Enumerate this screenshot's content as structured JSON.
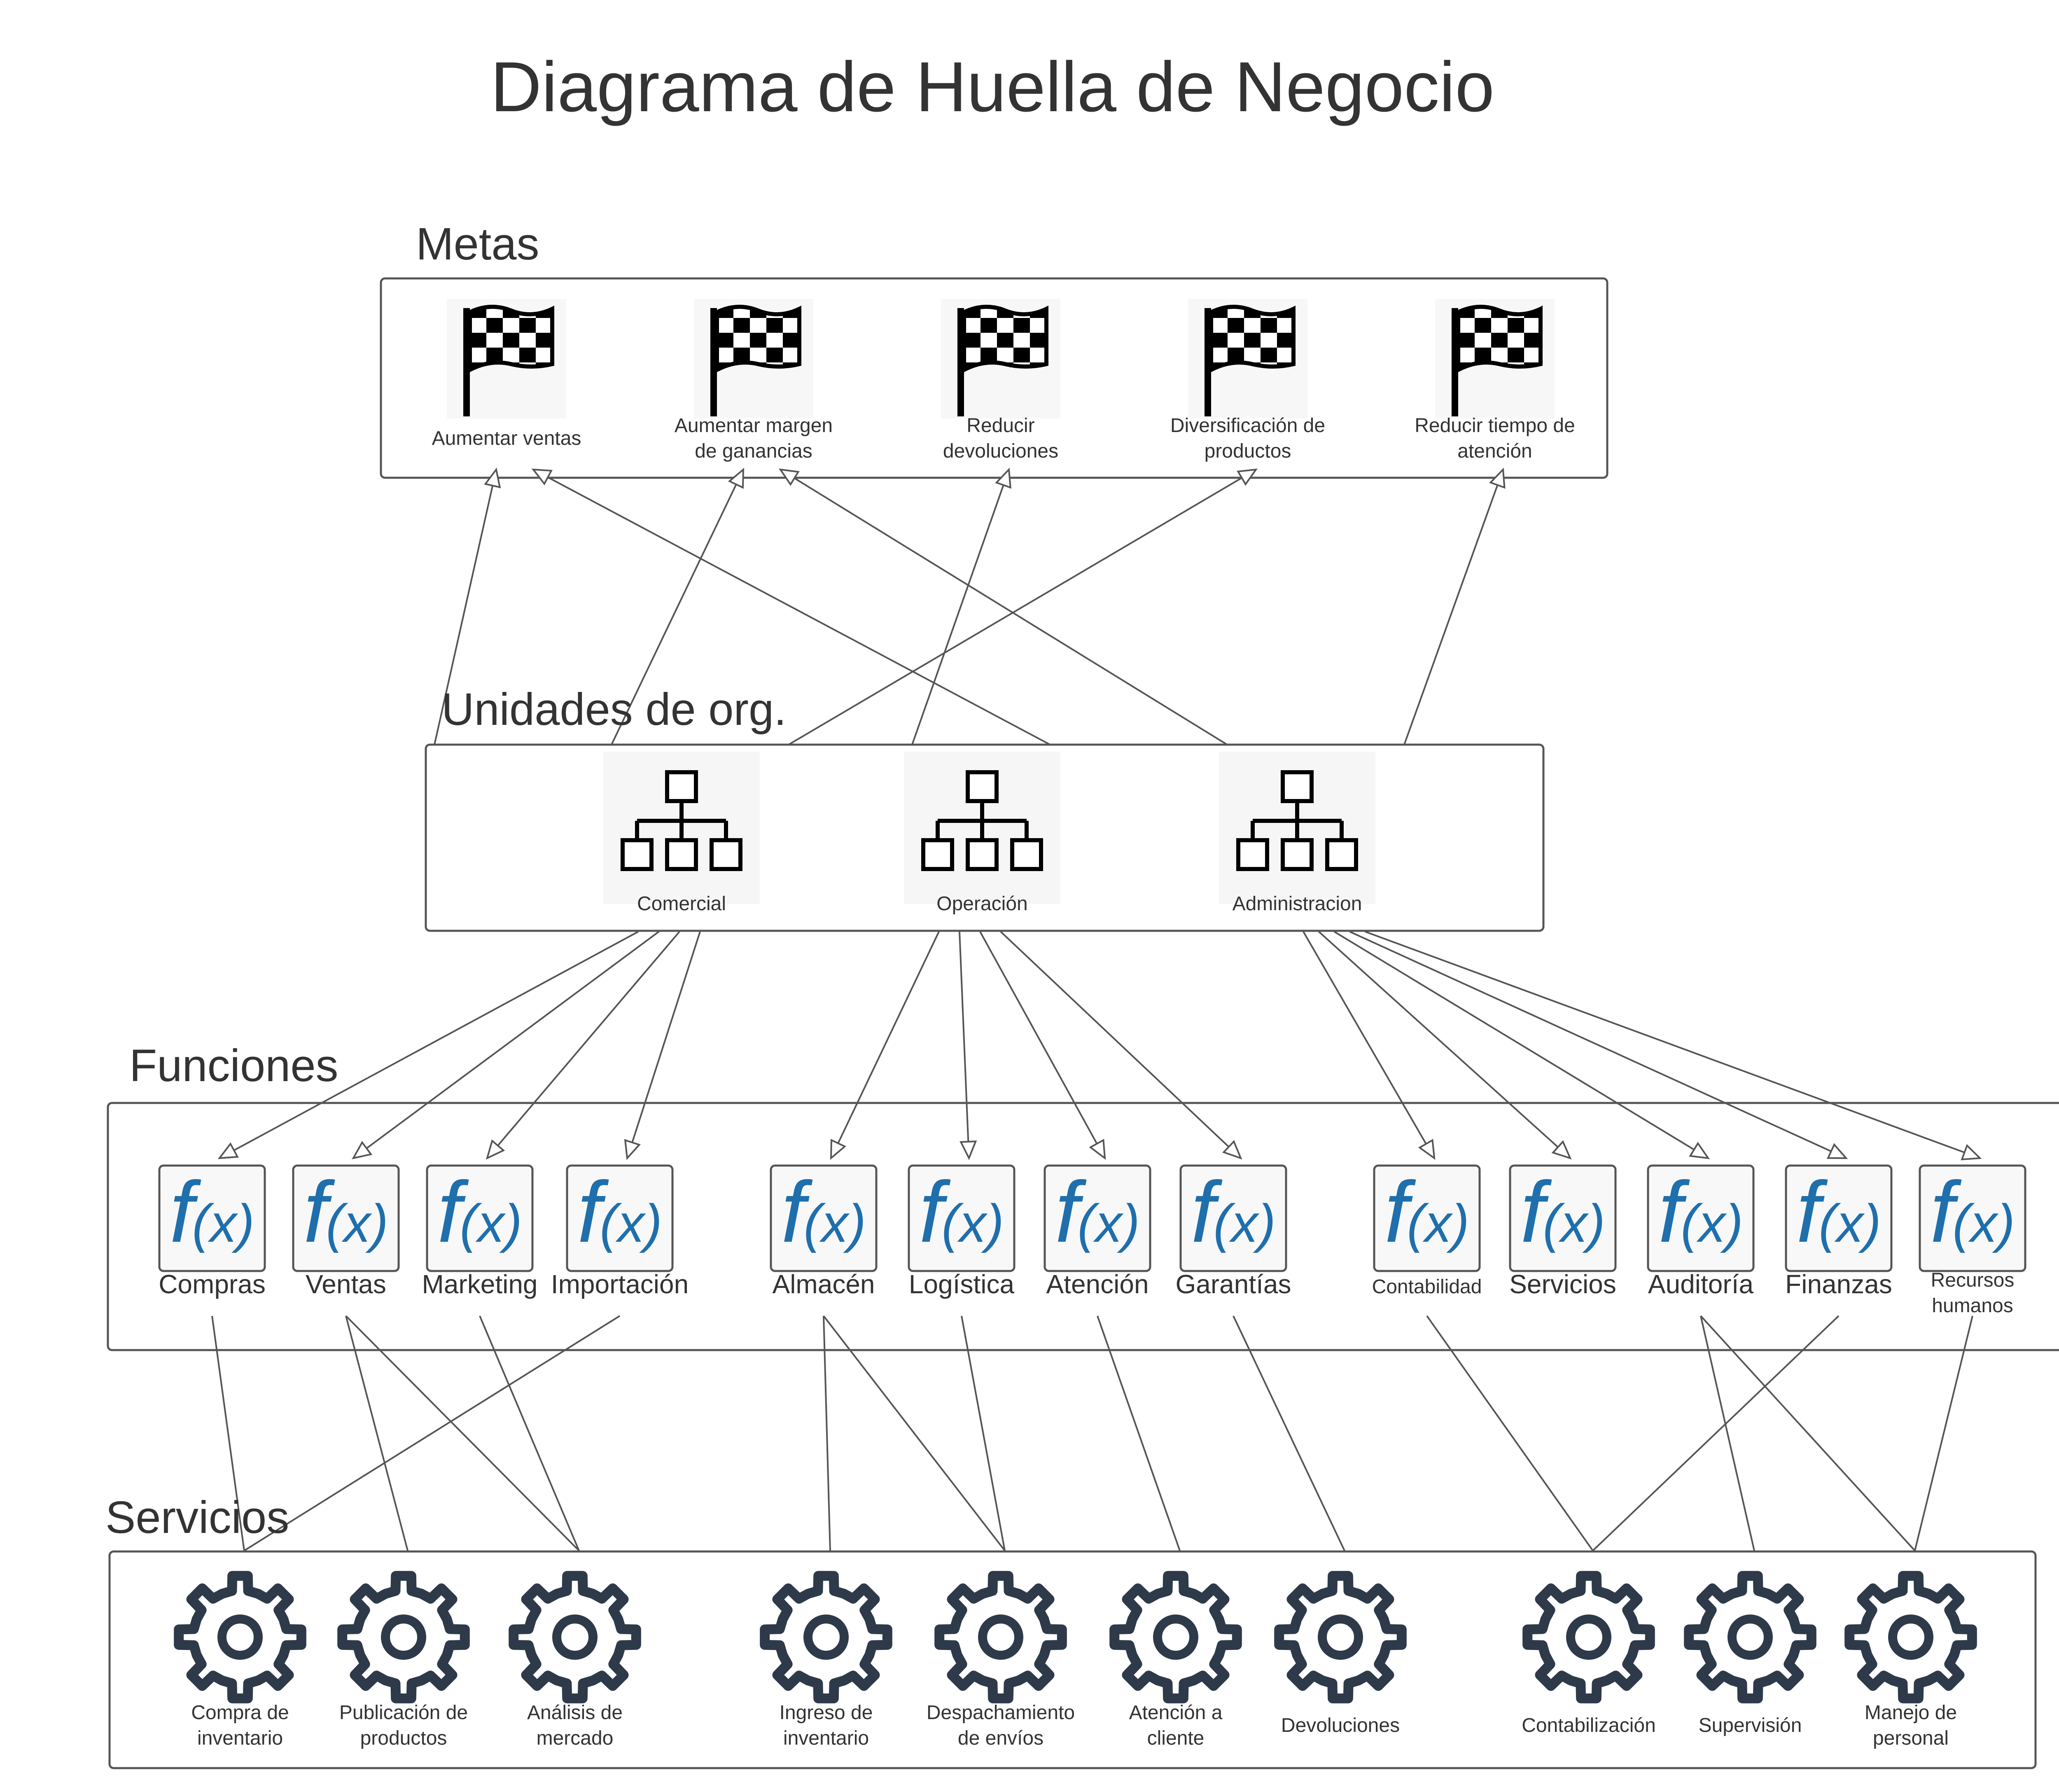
{
  "title": "Diagrama de Huella de Negocio",
  "colors": {
    "line": "#555555",
    "text": "#333333",
    "function_icon": "#1f6fad",
    "gear": "#2e3a4a"
  },
  "sections": {
    "metas": "Metas",
    "unidades": "Unidades de org.",
    "funciones": "Funciones",
    "servicios": "Servicios"
  },
  "metas": [
    {
      "icon": "checkered-flag-icon",
      "label": [
        "Aumentar ventas"
      ]
    },
    {
      "icon": "checkered-flag-icon",
      "label": [
        "Aumentar margen",
        "de ganancias"
      ]
    },
    {
      "icon": "checkered-flag-icon",
      "label": [
        "Reducir",
        "devoluciones"
      ]
    },
    {
      "icon": "checkered-flag-icon",
      "label": [
        "Diversificación de",
        "productos"
      ]
    },
    {
      "icon": "checkered-flag-icon",
      "label": [
        "Reducir tiempo de",
        "atención"
      ]
    }
  ],
  "unidades": [
    {
      "icon": "org-chart-icon",
      "label": "Comercial"
    },
    {
      "icon": "org-chart-icon",
      "label": "Operación"
    },
    {
      "icon": "org-chart-icon",
      "label": "Administracion"
    }
  ],
  "funciones": [
    {
      "icon": "function-fx-icon",
      "label": [
        "Compras"
      ]
    },
    {
      "icon": "function-fx-icon",
      "label": [
        "Ventas"
      ]
    },
    {
      "icon": "function-fx-icon",
      "label": [
        "Marketing"
      ]
    },
    {
      "icon": "function-fx-icon",
      "label": [
        "Importación"
      ]
    },
    {
      "icon": "function-fx-icon",
      "label": [
        "Almacén"
      ]
    },
    {
      "icon": "function-fx-icon",
      "label": [
        "Logística"
      ]
    },
    {
      "icon": "function-fx-icon",
      "label": [
        "Atención"
      ]
    },
    {
      "icon": "function-fx-icon",
      "label": [
        "Garantías"
      ]
    },
    {
      "icon": "function-fx-icon",
      "label": [
        "Contabilidad"
      ]
    },
    {
      "icon": "function-fx-icon",
      "label": [
        "Servicios"
      ]
    },
    {
      "icon": "function-fx-icon",
      "label": [
        "Auditoría"
      ]
    },
    {
      "icon": "function-fx-icon",
      "label": [
        "Finanzas"
      ]
    },
    {
      "icon": "function-fx-icon",
      "label": [
        "Recursos",
        "humanos"
      ]
    }
  ],
  "servicios": [
    {
      "icon": "gear-icon",
      "label": [
        "Compra de",
        "inventario"
      ]
    },
    {
      "icon": "gear-icon",
      "label": [
        "Publicación de",
        "productos"
      ]
    },
    {
      "icon": "gear-icon",
      "label": [
        "Análisis de",
        "mercado"
      ]
    },
    {
      "icon": "gear-icon",
      "label": [
        "Ingreso de",
        "inventario"
      ]
    },
    {
      "icon": "gear-icon",
      "label": [
        "Despachamiento",
        "de envíos"
      ]
    },
    {
      "icon": "gear-icon",
      "label": [
        "Atención a",
        "cliente"
      ]
    },
    {
      "icon": "gear-icon",
      "label": [
        "Devoluciones"
      ]
    },
    {
      "icon": "gear-icon",
      "label": [
        "Contabilización"
      ]
    },
    {
      "icon": "gear-icon",
      "label": [
        "Supervisión"
      ]
    },
    {
      "icon": "gear-icon",
      "label": [
        "Manejo de",
        "personal"
      ]
    }
  ],
  "links": {
    "unidad_to_meta": [
      [
        0,
        0
      ],
      [
        0,
        1
      ],
      [
        0,
        3
      ],
      [
        1,
        2
      ],
      [
        2,
        0
      ],
      [
        2,
        1
      ],
      [
        2,
        4
      ]
    ],
    "unidad_to_funcion": [
      [
        0,
        0
      ],
      [
        0,
        1
      ],
      [
        0,
        2
      ],
      [
        0,
        3
      ],
      [
        1,
        4
      ],
      [
        1,
        5
      ],
      [
        1,
        6
      ],
      [
        1,
        7
      ],
      [
        2,
        8
      ],
      [
        2,
        9
      ],
      [
        2,
        10
      ],
      [
        2,
        11
      ],
      [
        2,
        12
      ]
    ],
    "funcion_to_servicio": [
      [
        0,
        0
      ],
      [
        1,
        1
      ],
      [
        1,
        2
      ],
      [
        2,
        2
      ],
      [
        3,
        0
      ],
      [
        4,
        3
      ],
      [
        4,
        4
      ],
      [
        5,
        4
      ],
      [
        6,
        5
      ],
      [
        7,
        6
      ],
      [
        8,
        7
      ],
      [
        10,
        8
      ],
      [
        10,
        9
      ],
      [
        11,
        7
      ],
      [
        12,
        9
      ]
    ]
  }
}
